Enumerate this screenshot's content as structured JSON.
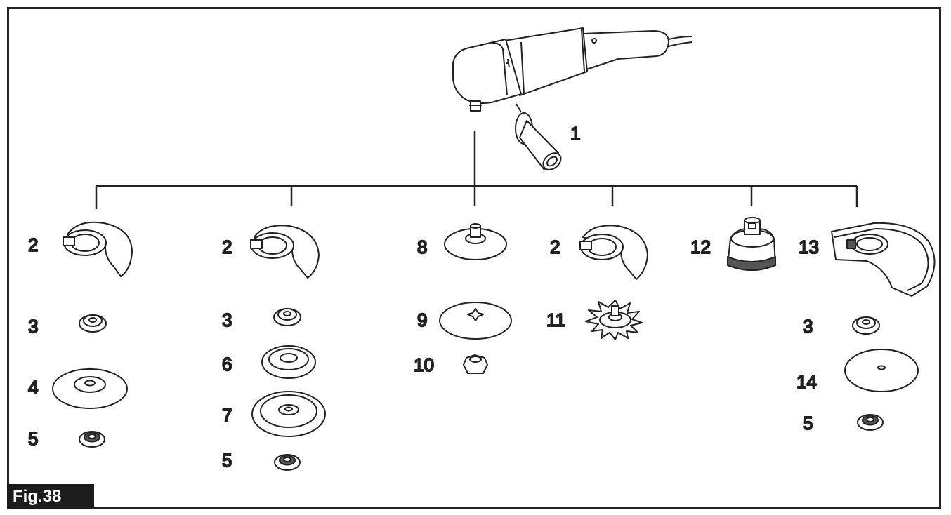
{
  "figure": {
    "label": "Fig.38"
  },
  "colors": {
    "line": "#222222",
    "part_fill": "#ffffff",
    "tag_bg": "#1c1c1c",
    "tag_text": "#ffffff"
  },
  "parts": {
    "side_grip": "1",
    "wheel_guard": "2",
    "inner_flange": "3",
    "depressed_center_wheel": "4",
    "lock_nut": "5",
    "rubber_pad": "6",
    "abrasive_disc": "7",
    "rubber_pad_sander": "8",
    "abrasive_disc_sander": "9",
    "lock_nut_sander": "10",
    "wire_wheel": "11",
    "wire_cup_brush": "12",
    "cut_off_wheel_guard": "13",
    "cut_off_wheel": "14"
  }
}
